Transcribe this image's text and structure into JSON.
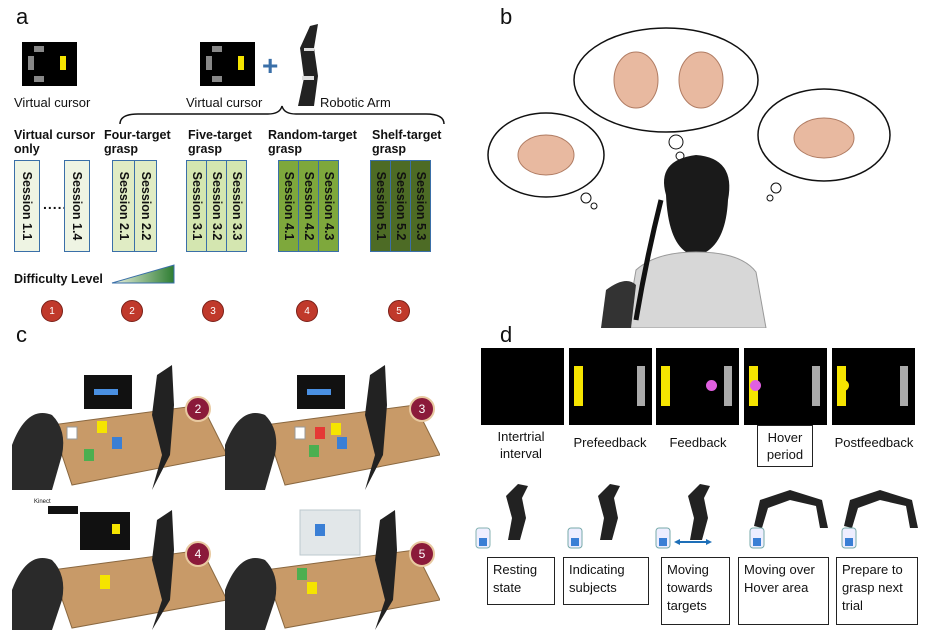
{
  "panels": {
    "a": "a",
    "b": "b",
    "c": "c",
    "d": "d"
  },
  "panel_a": {
    "virtual_cursor_label": "Virtual cursor",
    "virtual_cursor_label2": "Virtual cursor",
    "robotic_arm_label": "Robotic Arm",
    "plus": "+",
    "groups": [
      {
        "title": "Virtual cursor only",
        "sessions": [
          "Session 1.1",
          "Session 1.4"
        ],
        "dots": "......"
      },
      {
        "title": "Four-target grasp",
        "sessions": [
          "Session 2.1",
          "Session 2.2"
        ]
      },
      {
        "title": "Five-target grasp",
        "sessions": [
          "Session 3.1",
          "Session 3.2",
          "Session 3.3"
        ]
      },
      {
        "title": "Random-target grasp",
        "sessions": [
          "Session 4.1",
          "Session 4.2",
          "Session 4.3"
        ]
      },
      {
        "title": "Shelf-target grasp",
        "sessions": [
          "Session 5.1",
          "Session 5.2",
          "Session 5.3"
        ]
      }
    ],
    "difficulty_label": "Difficulty Level",
    "levels": [
      "1",
      "2",
      "3",
      "4",
      "5"
    ],
    "colors": {
      "g1": "#eef4e3",
      "g2": "#e0ecc4",
      "g3": "#d4e6b0",
      "g4": "#7ea83c",
      "g5": "#4d6b25"
    }
  },
  "panel_c": {
    "badges": [
      "2",
      "3",
      "4",
      "5"
    ],
    "kinect_label": "Kinect"
  },
  "panel_d": {
    "phases": [
      "Intertrial interval",
      "Prefeedback",
      "Feedback",
      "Hover period",
      "Postfeedback"
    ],
    "states": [
      "Resting state",
      "Indicating subjects",
      "Moving towards targets",
      "Moving over Hover area",
      "Prepare to grasp next trial"
    ],
    "cursor_color": "#e060e0",
    "target_color": "#f5e400",
    "bar_color": "#aaaaaa"
  }
}
